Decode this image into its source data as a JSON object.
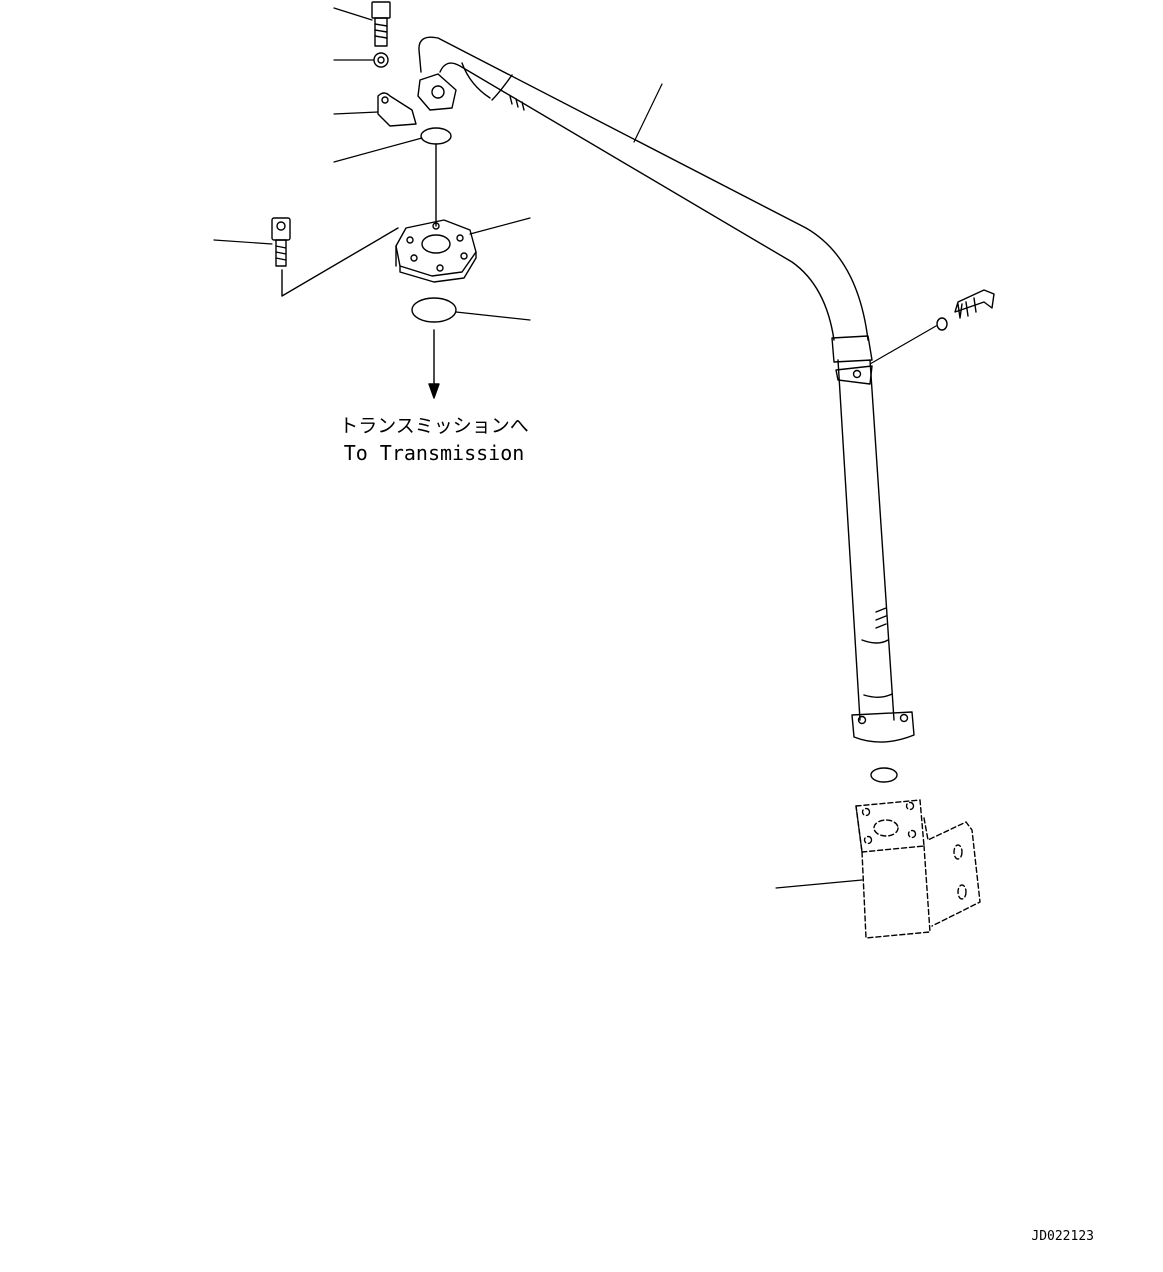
{
  "diagram": {
    "destination_label_jp": "トランスミッションへ",
    "destination_label_en": "To Transmission",
    "drawing_code": "JD022123"
  },
  "colors": {
    "line": "#000000",
    "background": "#ffffff"
  }
}
